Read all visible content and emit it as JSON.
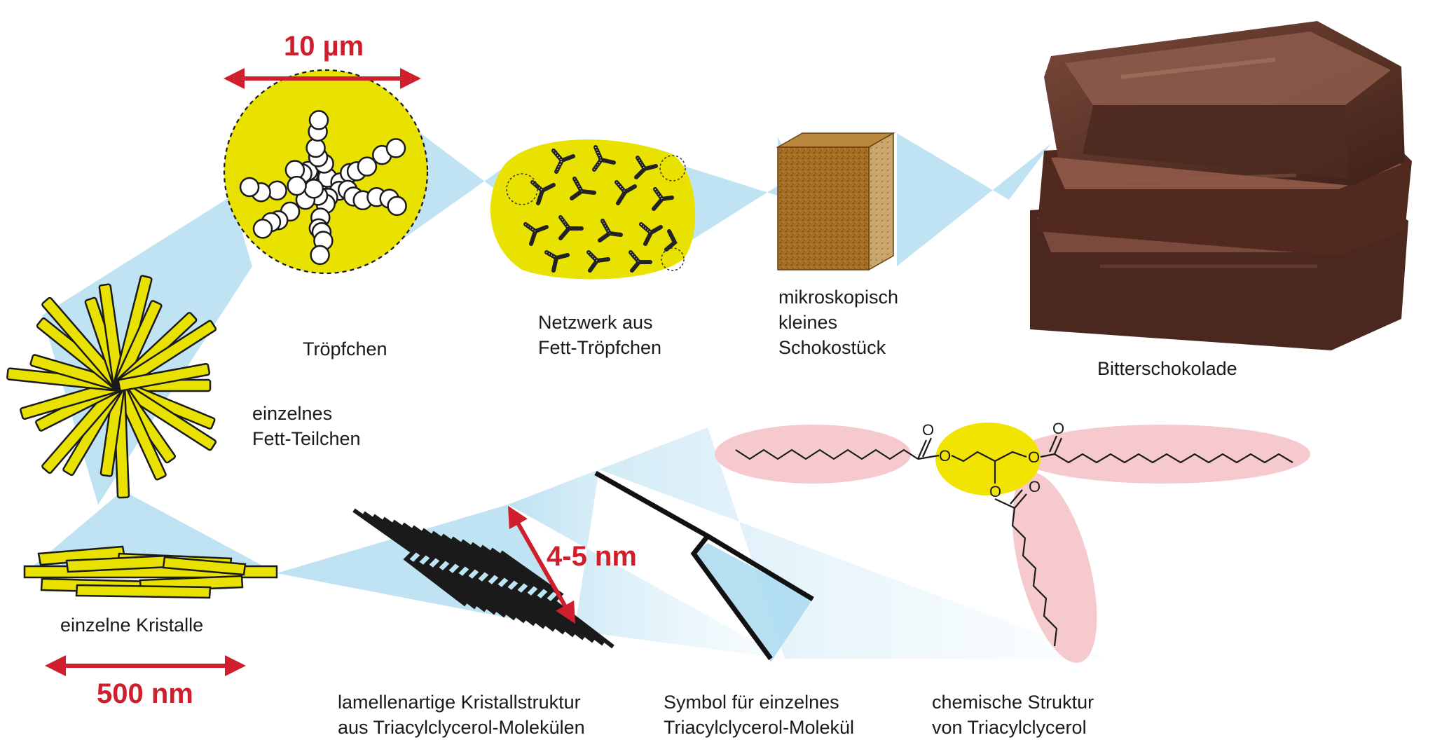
{
  "dimensions": {
    "droplet": "10 µm",
    "lamella": "4-5 nm",
    "crystal": "500 nm"
  },
  "labels": {
    "droplet": [
      "Tröpfchen"
    ],
    "network": [
      "Netzwerk aus",
      "Fett-Tröpfchen"
    ],
    "piece": [
      "mikroskopisch",
      "kleines",
      "Schokostück"
    ],
    "chocolate": [
      "Bitterschokolade"
    ],
    "fat_particle": [
      "einzelnes",
      "Fett-Teilchen"
    ],
    "crystals": [
      "einzelne Kristalle"
    ],
    "lamellar": [
      "lamellenartige Kristallstruktur",
      "aus Triacylclycerol-Molekülen"
    ],
    "symbol": [
      "Symbol für einzelnes",
      "Triacylclycerol-Molekül"
    ],
    "structure": [
      "chemische Struktur",
      "von Triacylclycerol"
    ]
  },
  "molecule_atoms": {
    "carbonyl_oxygen": "O",
    "ester_oxygen": "O"
  },
  "colors": {
    "dimension_red": "#d01f2c",
    "fat_yellow": "#e9e200",
    "zoom_blue": "#a9d9ee",
    "chain_pink": "#f6c9cf",
    "chocolate_brown": "#5a3328",
    "cube_brown": "#a46f25"
  }
}
